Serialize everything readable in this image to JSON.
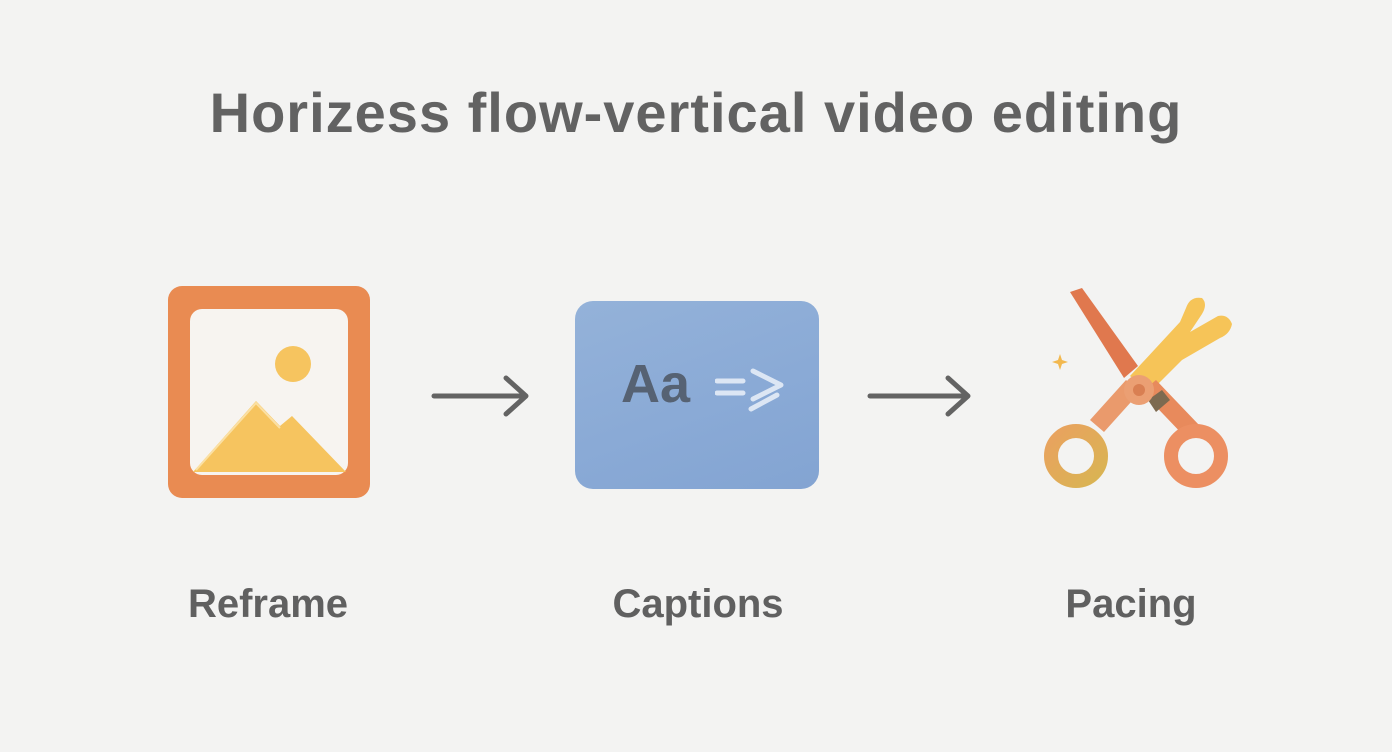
{
  "title": "Horizess flow-vertical video editing",
  "steps": [
    {
      "label": "Reframe",
      "icon": "image-frame-icon"
    },
    {
      "label": "Captions",
      "icon": "captions-icon",
      "glyph": "Aa"
    },
    {
      "label": "Pacing",
      "icon": "scissors-icon"
    }
  ],
  "colors": {
    "background": "#f3f3f2",
    "text": "#626262",
    "frame_orange": "#e98b52",
    "mountain_yellow": "#f6c45f",
    "caption_blue": "#8aaad6",
    "scissors_orange": "#e0784e",
    "scissors_yellow": "#f6c458"
  }
}
